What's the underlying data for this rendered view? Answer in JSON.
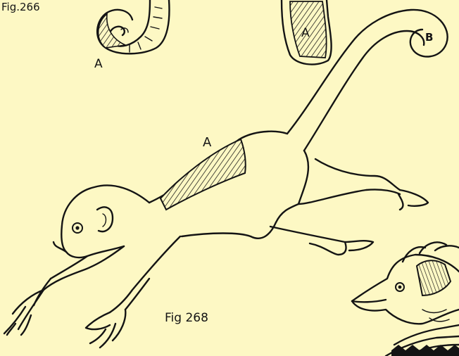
{
  "figures": {
    "fig266": {
      "caption": "Fig.266",
      "marker": "A"
    },
    "fig267": {
      "marker": "A"
    },
    "fig268": {
      "caption": "Fig 268",
      "marker_patch": "A",
      "marker_tail": "B"
    }
  },
  "colors": {
    "background": "#fdf8c4",
    "ink": "#141414",
    "hatch_fill": "#d8d2a4"
  }
}
